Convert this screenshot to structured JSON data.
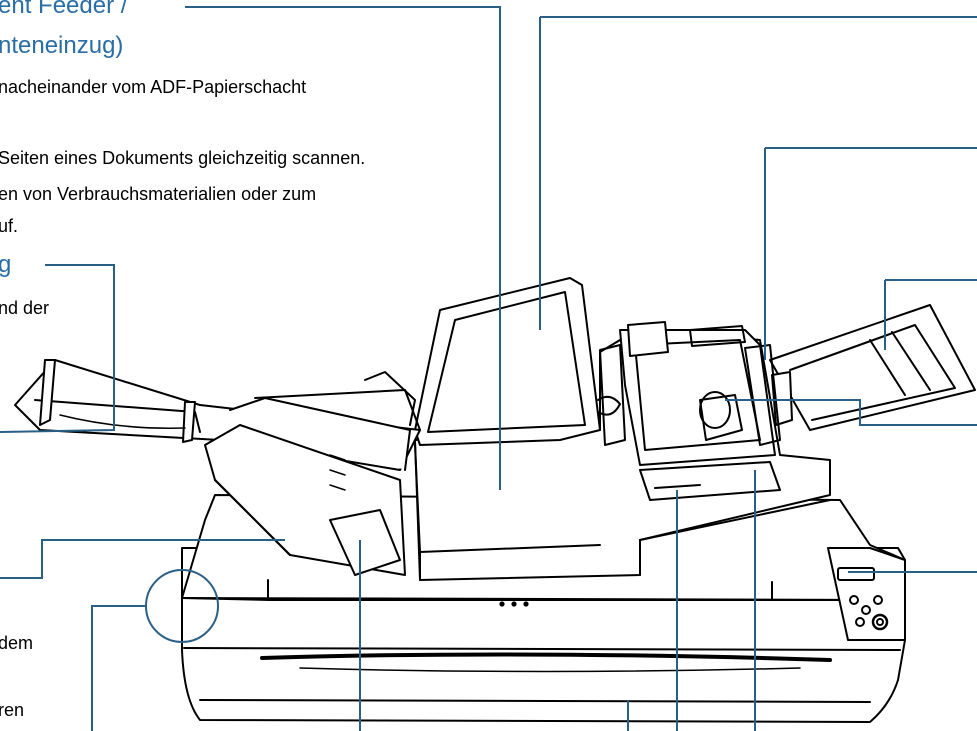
{
  "adf_heading": {
    "line1": "ent Feeder /",
    "line2": "nteneinzug)"
  },
  "adf_description": [
    "nacheinander vom ADF-Papierschacht",
    "Seiten eines Dokuments gleichzeitig scannen.",
    "en von Verbrauchsmaterialien oder zum",
    "uf."
  ],
  "stacker_heading": "g",
  "stacker_description": "nd der",
  "lower_left_text": [
    "dem",
    "ren"
  ],
  "colors": {
    "leader_line": "#2a5f86",
    "heading": "#2a6ea6",
    "drawing": "#000000"
  }
}
